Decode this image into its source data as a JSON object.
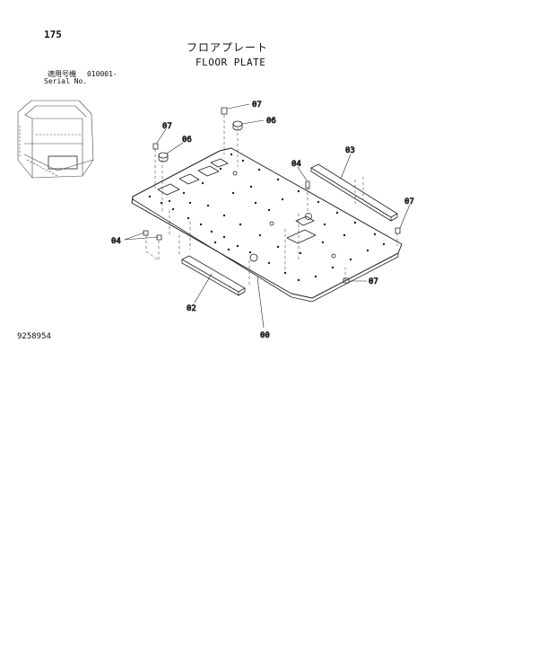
{
  "page": {
    "number": "175"
  },
  "title": {
    "japanese": "フロアプレート",
    "english": "FLOOR PLATE"
  },
  "serial": {
    "label_jp": "適用号機",
    "label_en": "Serial No.",
    "value": "010001-"
  },
  "figure_number": "9258954",
  "callouts": {
    "plate": "00",
    "rail_left": "02",
    "rail_right": "03",
    "bolt_left": "04",
    "bolt_right": "04",
    "cap_upper": "06",
    "cap_left": "06",
    "pin_top": "07",
    "pin_upper_left": "07",
    "pin_right": "07",
    "pin_bottom": "07"
  }
}
